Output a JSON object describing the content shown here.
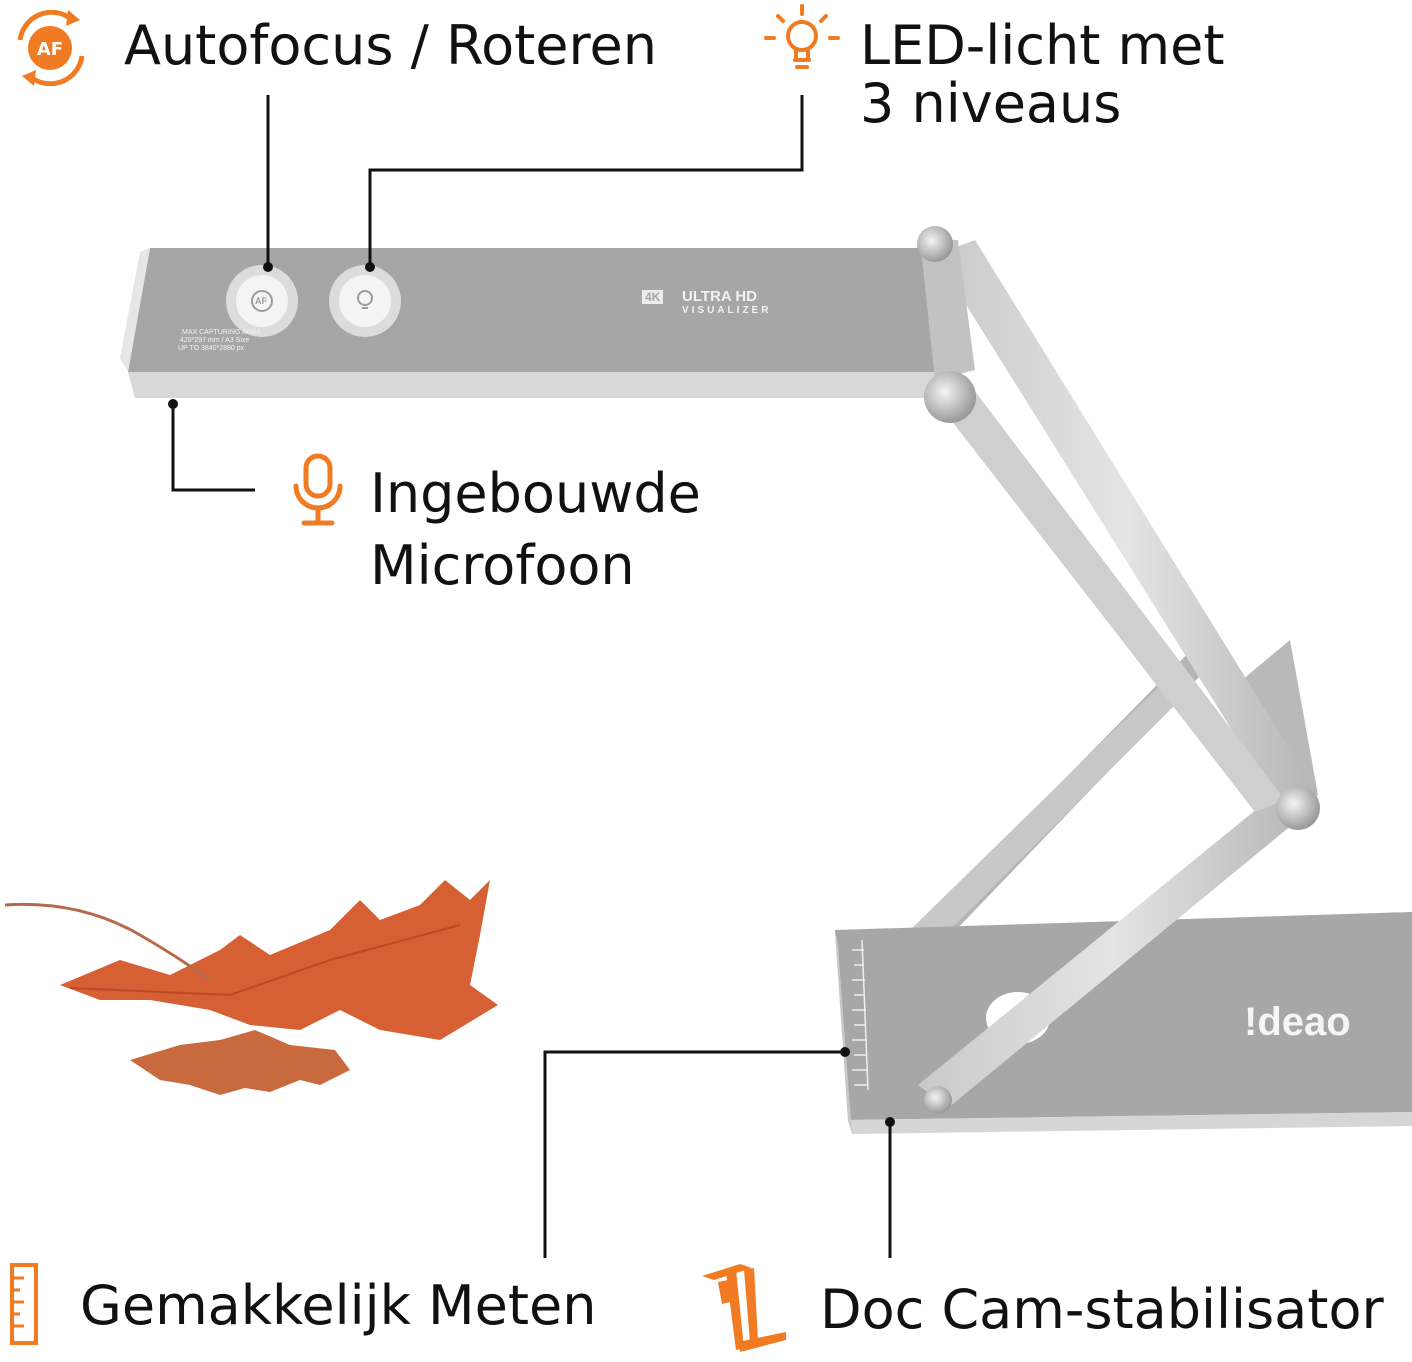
{
  "callouts": {
    "autofocus": {
      "label": "Autofocus / Roteren",
      "icon": "autofocus-rotate-icon"
    },
    "led": {
      "line1": "LED-licht met",
      "line2": "3 niveaus",
      "icon": "lightbulb-icon"
    },
    "microphone": {
      "line1": "Ingebouwde",
      "line2": "Microfoon",
      "icon": "microphone-icon"
    },
    "measure": {
      "label": "Gemakkelijk Meten",
      "icon": "ruler-icon"
    },
    "stabilizer": {
      "label": "Doc Cam-stabilisator",
      "icon": "stabilizer-icon"
    }
  },
  "device": {
    "badge_4k": "4K",
    "title_line1": "ULTRA HD",
    "title_line2": "VISUALIZER",
    "capture_line1": "MAX CAPTURING AREA",
    "capture_line2": "420*297 mm / A3 Size",
    "capture_line3": "UP TO 3840*2880 px",
    "af_button_text": "AF",
    "brand": "!deao"
  },
  "colors": {
    "accent": "#f07b22",
    "device_gray": "#a9a9a9",
    "leaf": "#d9633a"
  }
}
